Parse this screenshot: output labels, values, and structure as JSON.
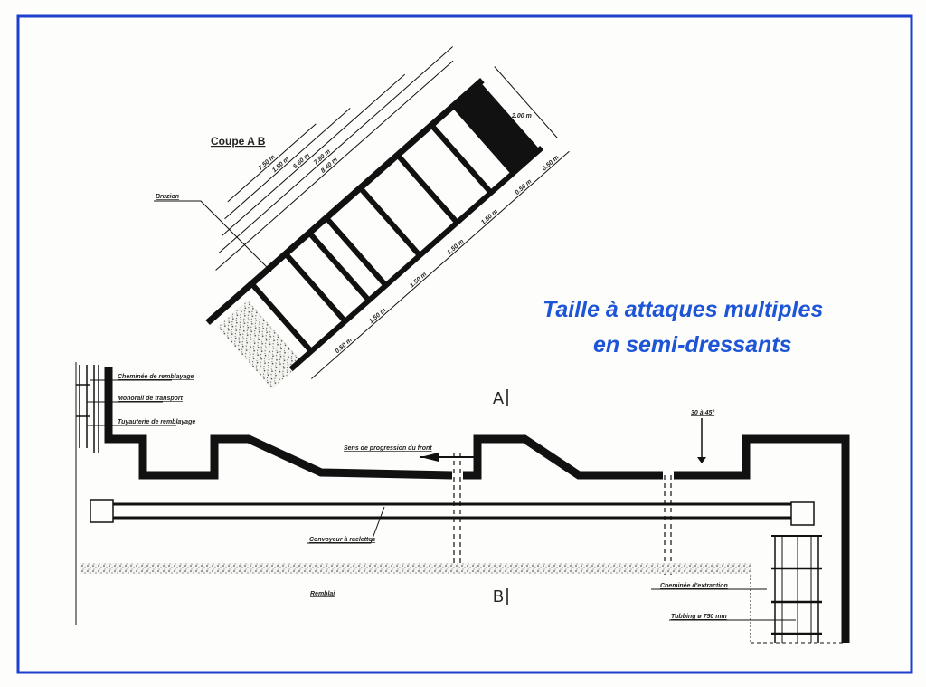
{
  "title": {
    "line1": "Taille à attaques multiples",
    "line2": "en semi-dressants"
  },
  "section": {
    "label": "Coupe A B",
    "gallery_label": "Bruzion",
    "dims_top": [
      "8.40 m",
      "7.80 m",
      "6.60 m",
      "1.50 m",
      "7.50 m"
    ],
    "dims_bottom": [
      "0.50 m",
      "1.50 m",
      "1.50 m",
      "1.50 m",
      "1.50 m",
      "0.50 m",
      "0.50 m"
    ],
    "dim_right": "2.00 m"
  },
  "plan": {
    "marker_a": "A",
    "marker_b": "B",
    "labels": {
      "cheminee_remblayage": "Cheminée de remblayage",
      "monorail": "Monorail de transport",
      "tuyauterie": "Tuyauterie de remblayage",
      "sens": "Sens de progression du front",
      "pente": "30 à 45°",
      "convoyeur": "Convoyeur à raclettes",
      "remblai": "Remblai",
      "cheminee_extraction": "Cheminée d'extraction",
      "tubbing": "Tubbing ø 750 mm"
    }
  },
  "colors": {
    "frame": "#1d3fd0",
    "title": "#1d55d6",
    "ink": "#111111"
  }
}
